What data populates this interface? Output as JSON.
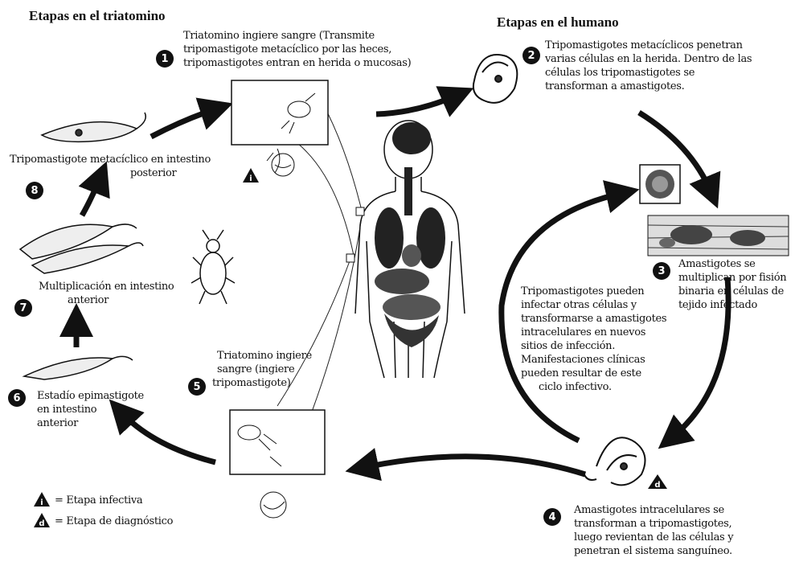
{
  "headings": {
    "triatomine": "Etapas en el triatomino",
    "human": "Etapas en el humano"
  },
  "steps": {
    "s1": {
      "num": "1",
      "lines": [
        "Triatomino ingiere sangre (Transmite",
        "tripomastigote metacíclico por las heces,",
        "tripomastigotes entran en herida o mucosas)"
      ]
    },
    "s2": {
      "num": "2",
      "lines": [
        "Tripomastigotes metacíclicos penetran",
        "varias células en la herida. Dentro de las",
        "células los tripomastigotes se",
        "transforman a amastigotes."
      ]
    },
    "s3": {
      "num": "3",
      "lines": [
        "Amastigotes se",
        "multiplican por fisión",
        "binaria en células de",
        "tejido infectado"
      ]
    },
    "s4": {
      "num": "4",
      "lines": [
        "Amastigotes intracelulares se",
        "transforman a tripomastigotes,",
        "luego revientan de las células y",
        "penetran el sistema sanguíneo."
      ]
    },
    "s5": {
      "num": "5",
      "lines": [
        "Triatomino ingiere",
        "sangre (ingiere",
        "tripomastigote)"
      ]
    },
    "s6": {
      "num": "6",
      "lines": [
        "Estadío epimastigote",
        "en intestino",
        "anterior"
      ]
    },
    "s7": {
      "num": "7",
      "lines": [
        "Multiplicación en intestino",
        "anterior"
      ]
    },
    "s8": {
      "num": "8",
      "lines": [
        "Tripomastigote metacíclico en intestino",
        "posterior"
      ]
    }
  },
  "center_note": [
    "Tripomastigotes pueden",
    "infectar otras células y",
    "transformarse a amastigotes",
    "intracelulares en nuevos",
    "sitios de infección.",
    "Manifestaciones clínicas",
    "pueden resultar de este",
    "ciclo infectivo."
  ],
  "legend": {
    "infective": {
      "symbol": "i",
      "text": "= Etapa infectiva"
    },
    "diagnostic": {
      "symbol": "d",
      "text": "= Etapa de diagnóstico"
    }
  },
  "icons": [
    "human-body-icon",
    "triatomine-bug-icon",
    "trypomastigote-icon",
    "epimastigote-icon",
    "amastigote-cell-icon",
    "infected-tissue-icon",
    "bite-wound-icon",
    "arrow-icon"
  ]
}
